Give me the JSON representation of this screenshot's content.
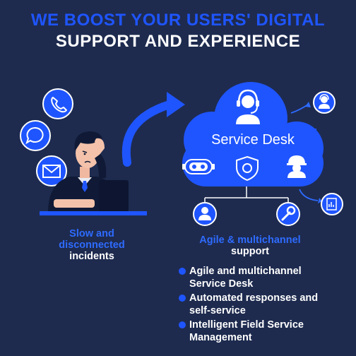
{
  "title": {
    "line1": "WE BOOST YOUR USERS' DIGITAL",
    "line2": "SUPPORT AND EXPERIENCE"
  },
  "left_caption": {
    "line1": "Slow and",
    "line2": "disconnected",
    "line3": "incidents"
  },
  "cloud": {
    "label": "Service Desk"
  },
  "right_caption": {
    "line1": "Agile & multichannel",
    "line2": "support"
  },
  "bullets": [
    {
      "line1": "Agile and multichannel",
      "line2": "Service Desk"
    },
    {
      "line1": "Automated responses and",
      "line2": "self-service"
    },
    {
      "line1": "Intelligent Field Service",
      "line2": "Management"
    }
  ],
  "colors": {
    "background": "#1e2b4f",
    "accent_blue": "#1f55ff",
    "text_white": "#ffffff"
  },
  "icons": {
    "left_channels": [
      "phone-icon",
      "chat-bubble-icon",
      "mail-icon"
    ],
    "cloud": [
      "headset-agent-icon",
      "robot-icon",
      "shield-icon",
      "field-technician-icon"
    ],
    "below_cloud": [
      "user-icon",
      "wrench-icon"
    ],
    "outside_cloud": [
      "agent-icon",
      "report-icon"
    ]
  }
}
